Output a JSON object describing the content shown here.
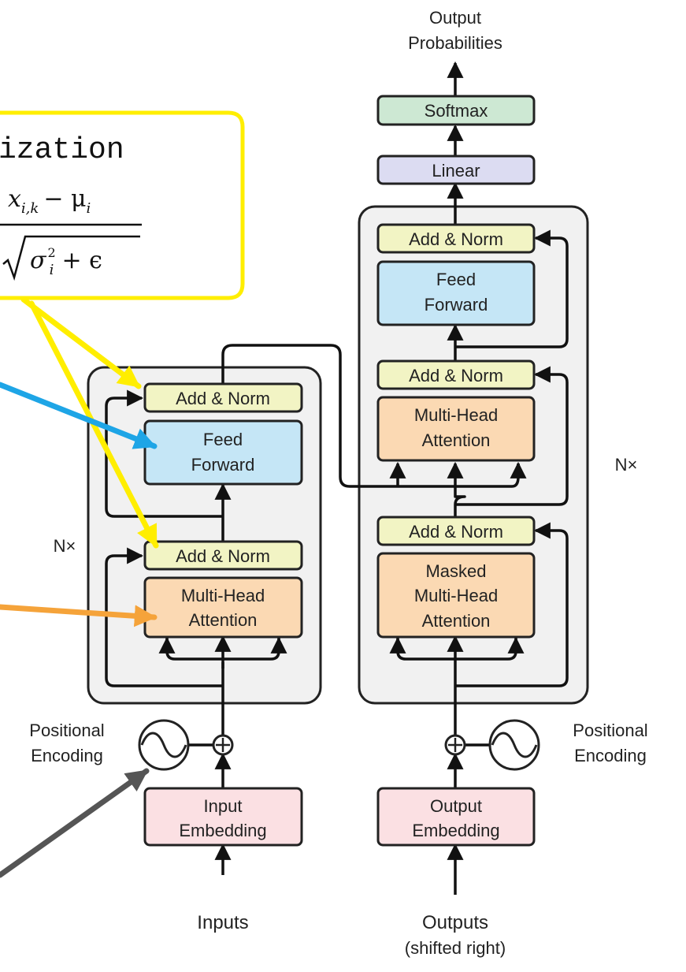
{
  "callout": {
    "title": "ization",
    "numerator": "x",
    "num_sub": "i,k",
    "num_minus": "− μ",
    "num_mu_sub": "i",
    "den_sigma": "σ",
    "den_sup": "2",
    "den_sub": "i",
    "den_plus": "+ ϵ"
  },
  "encoder": {
    "nx": "N×",
    "add_norm_top": "Add & Norm",
    "feed_forward_1": "Feed",
    "feed_forward_2": "Forward",
    "add_norm_bottom": "Add & Norm",
    "mha_1": "Multi-Head",
    "mha_2": "Attention",
    "pos_enc_1": "Positional",
    "pos_enc_2": "Encoding",
    "embed_1": "Input",
    "embed_2": "Embedding",
    "inputs": "Inputs"
  },
  "decoder": {
    "output_1": "Output",
    "output_2": "Probabilities",
    "softmax": "Softmax",
    "linear": "Linear",
    "nx": "N×",
    "add_norm_1": "Add & Norm",
    "ff_1": "Feed",
    "ff_2": "Forward",
    "add_norm_2": "Add & Norm",
    "mha_1": "Multi-Head",
    "mha_2": "Attention",
    "add_norm_3": "Add & Norm",
    "masked_1": "Masked",
    "masked_2": "Multi-Head",
    "masked_3": "Attention",
    "pos_enc_1": "Positional",
    "pos_enc_2": "Encoding",
    "embed_1": "Output",
    "embed_2": "Embedding",
    "outputs_1": "Outputs",
    "outputs_2": "(shifted right)"
  },
  "colors": {
    "add_norm": "#f2f4c4",
    "feed_forward": "#c5e6f6",
    "attention": "#fbd9b3",
    "embedding": "#fbe0e3",
    "softmax": "#cde8d3",
    "linear": "#dcdcf2",
    "stack_bg": "#f1f1f1",
    "callout_border": "#ffee00",
    "arrow_yellow": "#ffee00",
    "arrow_blue": "#1ea5e6",
    "arrow_orange": "#f5a33a",
    "arrow_gray": "#555555"
  }
}
